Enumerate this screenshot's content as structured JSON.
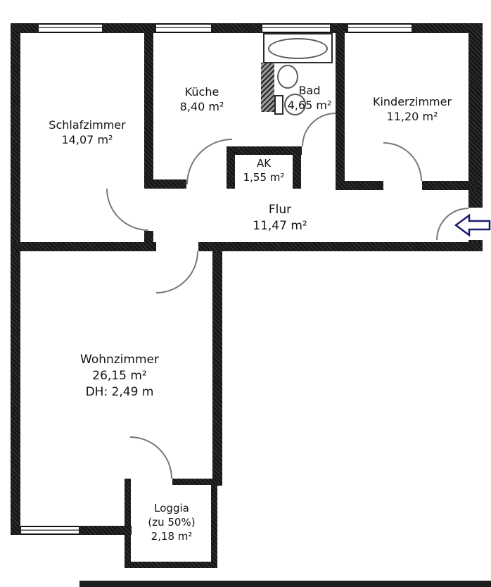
{
  "rooms": {
    "schlafzimmer": {
      "name": "Schlafzimmer",
      "area": "14,07 m²"
    },
    "kueche": {
      "name": "Küche",
      "area": "8,40 m²"
    },
    "bad": {
      "name": "Bad",
      "area": "4,65 m²"
    },
    "kinderzimmer": {
      "name": "Kinderzimmer",
      "area": "11,20 m²"
    },
    "ak": {
      "name": "AK",
      "area": "1,55 m²"
    },
    "flur": {
      "name": "Flur",
      "area": "11,47 m²"
    },
    "wohnzimmer": {
      "name": "Wohnzimmer",
      "area": "26,15 m²",
      "ceiling": "DH: 2,49 m"
    },
    "loggia": {
      "name": "Loggia",
      "note": "(zu 50%)",
      "area": "2,18 m²"
    }
  },
  "colors": {
    "wall": "#161616",
    "door_arc": "#777777",
    "entrance_arrow": "#1b1b6e"
  }
}
